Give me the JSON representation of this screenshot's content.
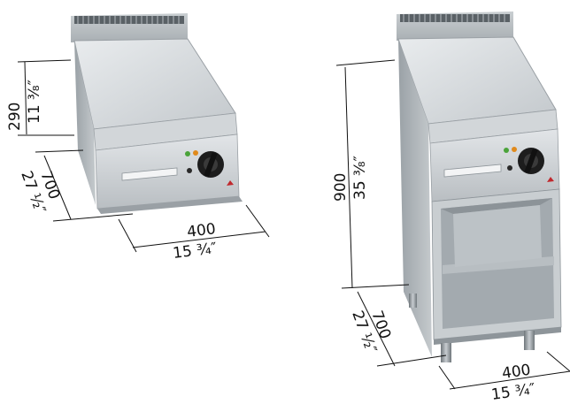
{
  "products": [
    {
      "variant": "countertop",
      "dimensions": {
        "height": {
          "mm": "290",
          "in": "11 ³⁄₈″"
        },
        "depth": {
          "mm": "700",
          "in": "27 ¹⁄₂″"
        },
        "width": {
          "mm": "400",
          "in": "15 ³⁄₄″"
        }
      }
    },
    {
      "variant": "on open cabinet",
      "dimensions": {
        "height": {
          "mm": "900",
          "in": "35 ³⁄₈″"
        },
        "depth": {
          "mm": "700",
          "in": "27 ¹⁄₂″"
        },
        "width": {
          "mm": "400",
          "in": "15 ³⁄₄″"
        }
      }
    }
  ],
  "colors": {
    "steel_light": "#d9dde0",
    "steel_mid": "#bfc5c9",
    "steel_dark": "#8e959a",
    "knob": "#1d1d1d",
    "brand_logo": "#c0282d",
    "indicator_green": "#4aa33a",
    "indicator_orange": "#e08a1c"
  }
}
